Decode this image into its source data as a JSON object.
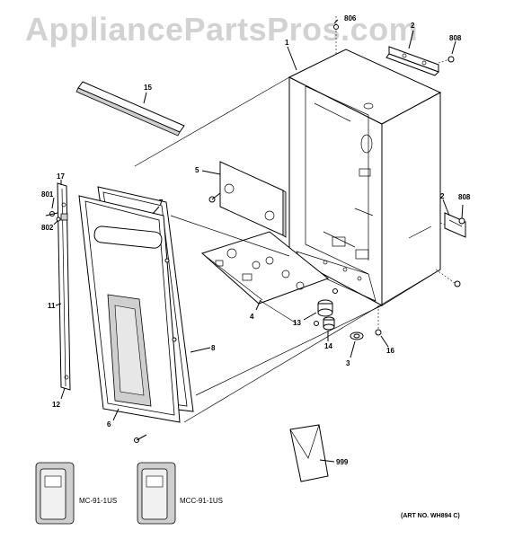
{
  "watermark": "AppliancePartsPros.com",
  "art_number": "(ART NO. WH894 C)",
  "callouts": {
    "c806": "806",
    "c1": "1",
    "c2a": "2",
    "c808a": "808",
    "c15": "15",
    "c5": "5",
    "c17": "17",
    "c801": "801",
    "c802": "802",
    "c7": "7",
    "c11": "11",
    "c4": "4",
    "c13": "13",
    "c14": "14",
    "c3": "3",
    "c16": "16",
    "c2b": "2",
    "c808b": "808",
    "c8": "8",
    "c12": "12",
    "c6": "6",
    "c999": "999"
  },
  "remotes": {
    "left_label": "MC-91-1US",
    "right_label": "MCC-91-1US"
  }
}
